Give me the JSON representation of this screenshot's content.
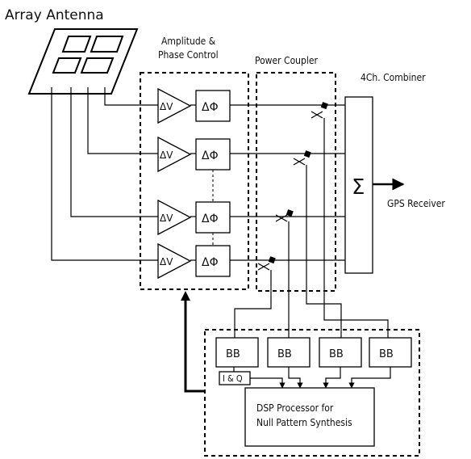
{
  "title": "Array Antenna",
  "groups": {
    "amp_phase_line1": "Amplitude &",
    "amp_phase_line2": "Phase Control",
    "power_coupler": "Power Coupler",
    "combiner": "4Ch. Combiner"
  },
  "channels": [
    {
      "amp_symbol": "ΔV",
      "phase_symbol": "ΔΦ"
    },
    {
      "amp_symbol": "ΔV",
      "phase_symbol": "ΔΦ"
    },
    {
      "amp_symbol": "ΔV",
      "phase_symbol": "ΔΦ"
    },
    {
      "amp_symbol": "ΔV",
      "phase_symbol": "ΔΦ"
    }
  ],
  "combiner_symbol": "Σ",
  "output_label": "GPS Receiver",
  "baseband": [
    "BB",
    "BB",
    "BB",
    "BB"
  ],
  "iq_label": "I & Q",
  "dsp": {
    "line1": "DSP Processor for",
    "line2": "Null Pattern Synthesis"
  }
}
